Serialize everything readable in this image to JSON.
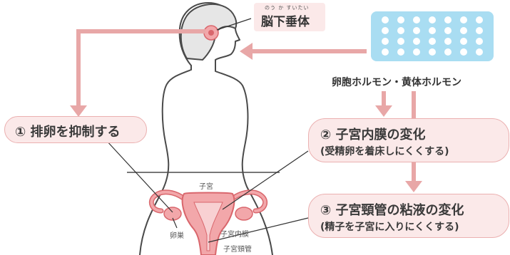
{
  "pituitary": {
    "ruby": "のう か すいたい",
    "label": "脳下垂体"
  },
  "hormones": {
    "label": "卵胞ホルモン・黄体ホルモン"
  },
  "effects": [
    {
      "title": "① 排卵を抑制する"
    },
    {
      "title": "② 子宮内膜の変化",
      "subtitle": "(受精卵を着床しにくくする)"
    },
    {
      "title": "③ 子宮頸管の粘液の変化",
      "subtitle": "(精子を子宮に入りにくくする)"
    }
  ],
  "anatomy": {
    "uterus": "子宮",
    "ovary": "卵巣",
    "endometrium": "子宮内膜",
    "cervix": "子宮頸管"
  },
  "colors": {
    "arrow": "#e8a7a7",
    "pill_fill": "#fbe9e9",
    "pill_border": "#ebb0b0",
    "pack": "#a9ddf2",
    "organ": "#f2a7aa",
    "organ_dark": "#d9666c"
  }
}
